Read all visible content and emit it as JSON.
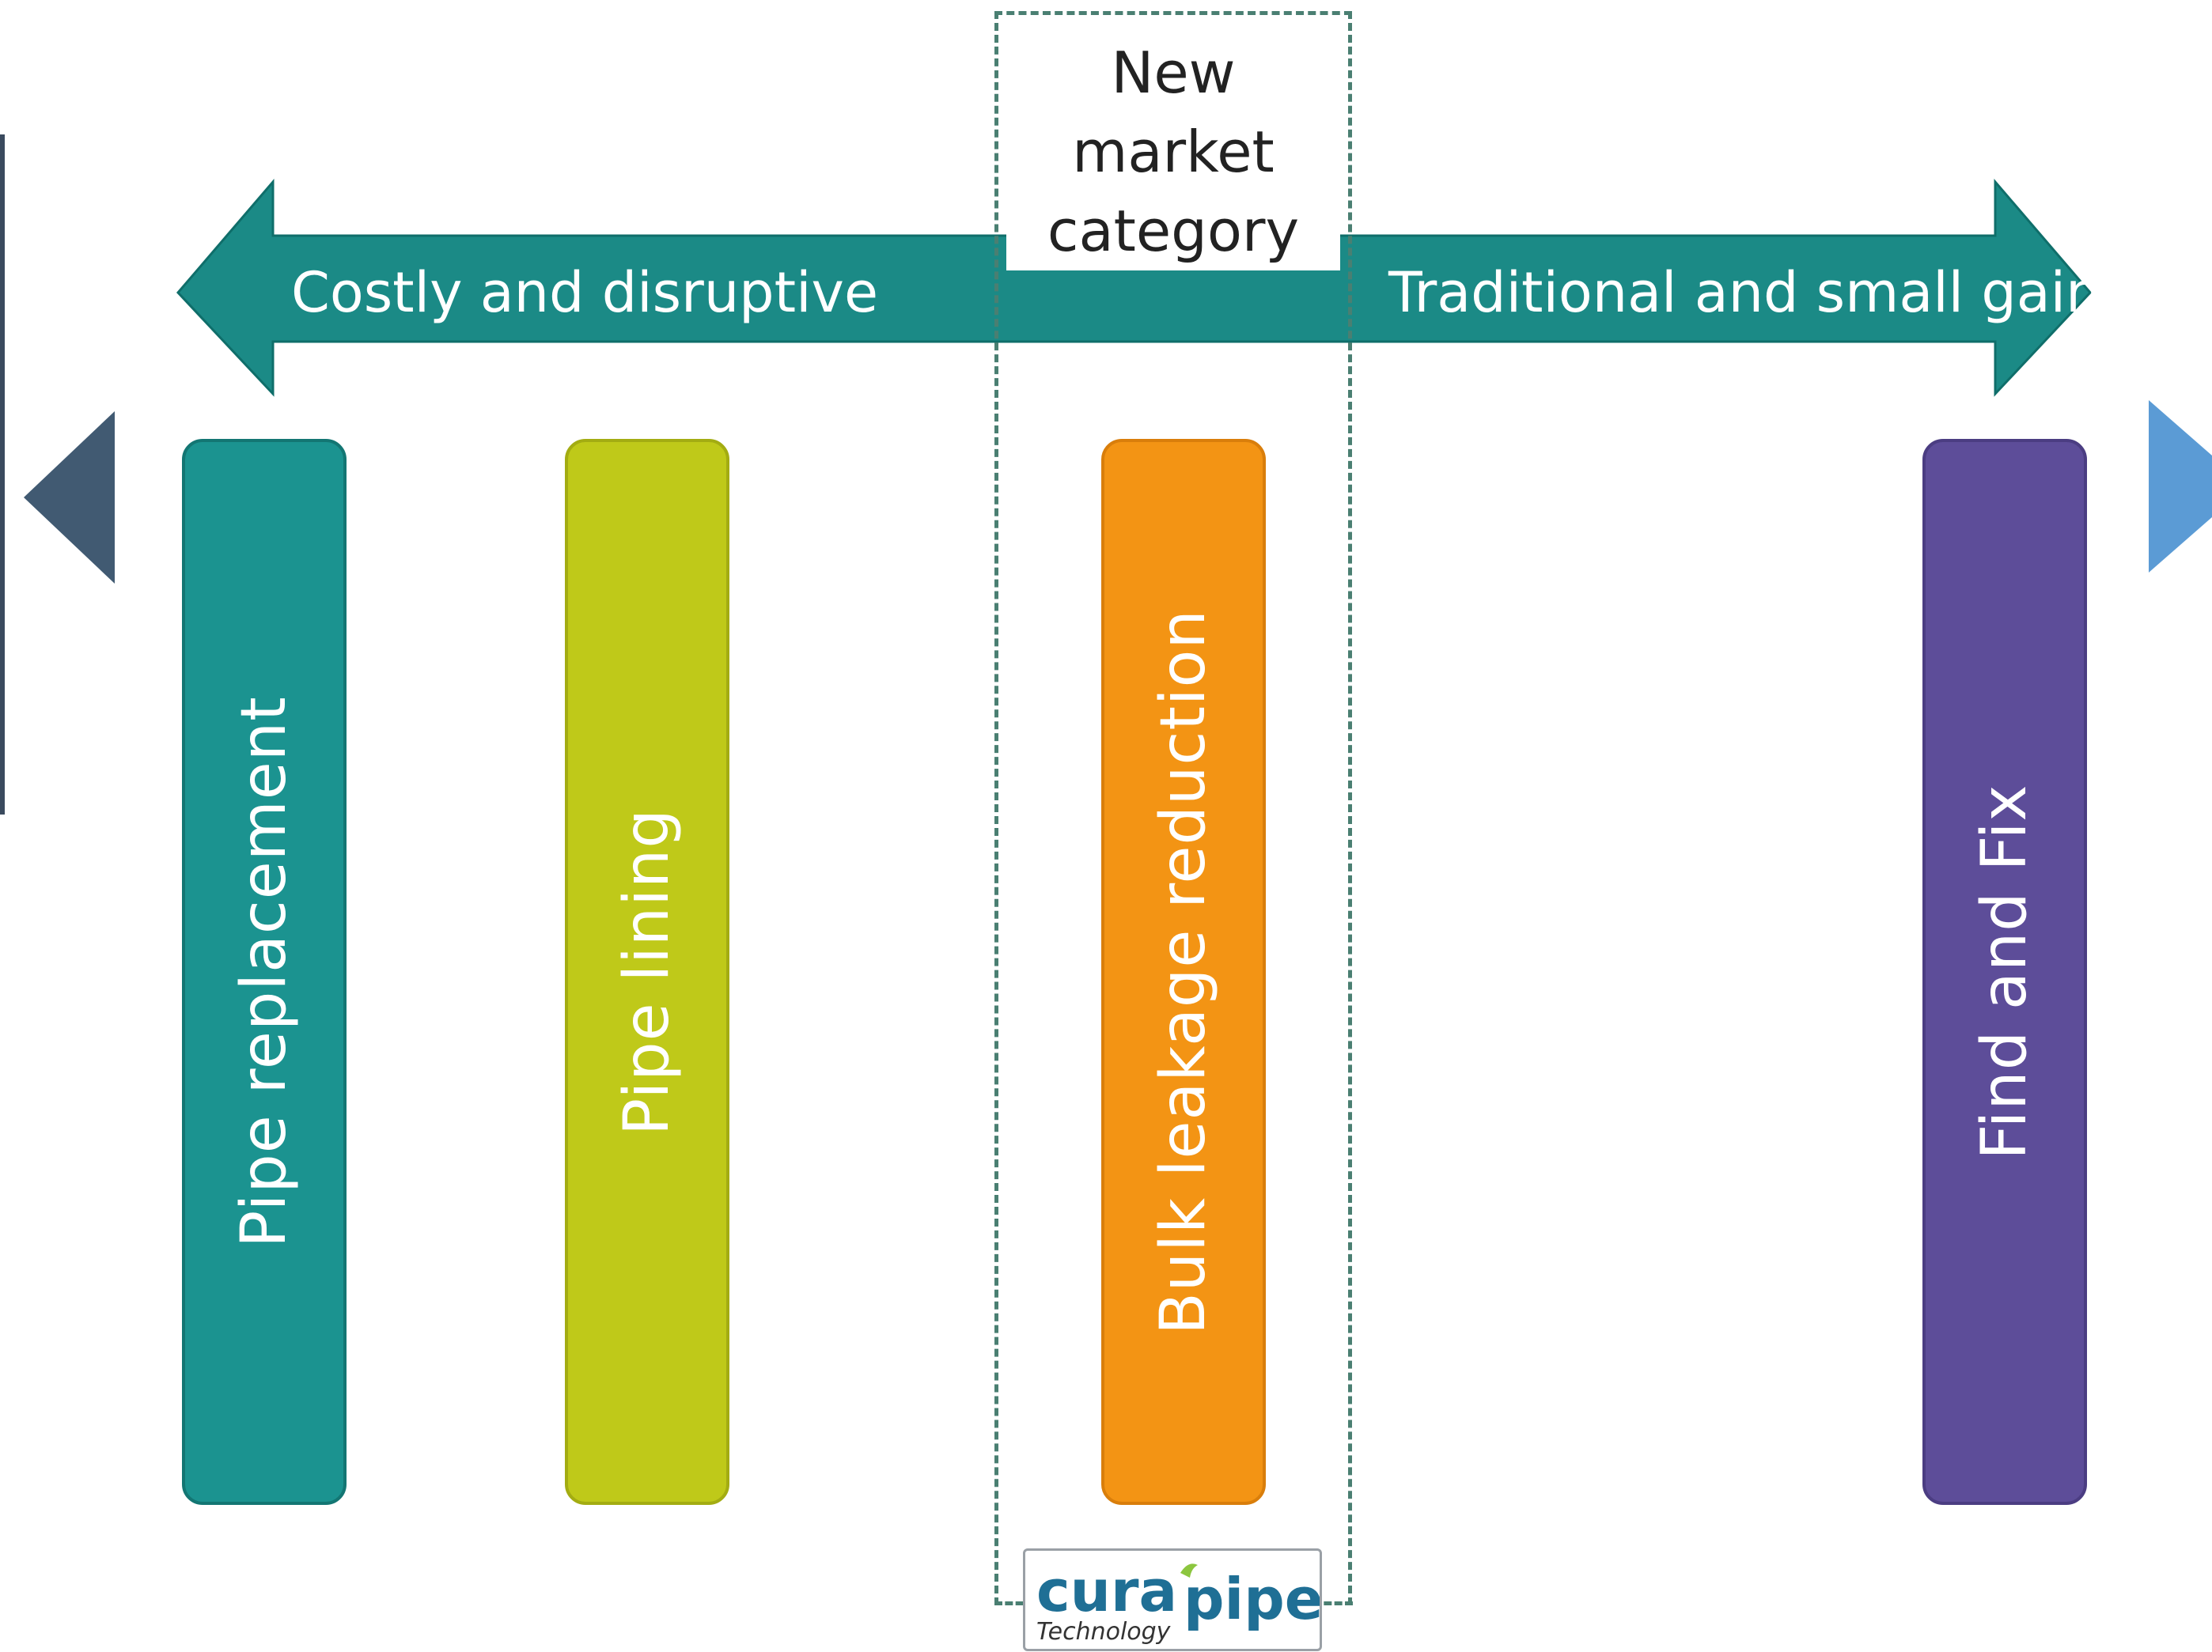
{
  "header": {
    "new_market_label": "New market\ncategory"
  },
  "arrow": {
    "left_label": "Costly and disruptive",
    "right_label": "Traditional and small gains",
    "color": "#1b8a86"
  },
  "bars": [
    {
      "label": "Pipe replacement",
      "color": "#1b9390"
    },
    {
      "label": "Pipe lining",
      "color": "#bfc919"
    },
    {
      "label": "Bulk leakage reduction",
      "color": "#f39414"
    },
    {
      "label": "Find and Fix",
      "color": "#5d4d99"
    }
  ],
  "logo": {
    "brand_a": "cura",
    "brand_b": "pipe",
    "tagline": "Technology"
  },
  "navigation": {
    "prev_icon": "triangle-left-icon",
    "next_icon": "triangle-right-icon",
    "prev_color": "#415a72",
    "next_color": "#5b9bd5"
  }
}
